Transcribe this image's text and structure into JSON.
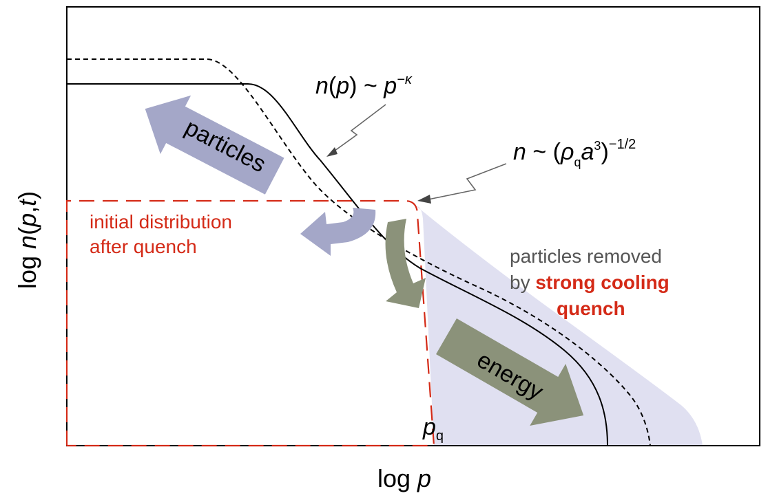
{
  "axes": {
    "x_label_prefix": "log ",
    "x_label_var": "p",
    "y_label_prefix": "log ",
    "y_label_n": "n",
    "y_label_open": "(",
    "y_label_p": "p",
    "y_label_comma": ",",
    "y_label_t": "t",
    "y_label_close": ")"
  },
  "annotations": {
    "power_law": {
      "n": "n",
      "open": "(",
      "p": "p",
      "close": ") ~ ",
      "base": "p",
      "exp": "−κ"
    },
    "cutoff": {
      "n": "n",
      "tilde": " ~ (",
      "rho": "ρ",
      "rho_sub": "q",
      "a": "a",
      "a_exp": "3",
      "close": ")",
      "exp": "−1/2"
    },
    "initial_distribution": [
      "initial distribution",
      "after quench"
    ],
    "removed": {
      "line1": "particles removed",
      "line2_prefix": "by ",
      "line2_bold": "strong cooling",
      "line3_bold": "quench"
    },
    "pq": {
      "p": "p",
      "sub": "q"
    }
  },
  "arrows": {
    "particles": "particles",
    "energy": "energy"
  },
  "colors": {
    "red": "#d42a17",
    "gray_text": "#555555",
    "particles_arrow": "#a4a7c8",
    "energy_arrow": "#8b927a",
    "removed_fill": "#e0e0f1"
  }
}
